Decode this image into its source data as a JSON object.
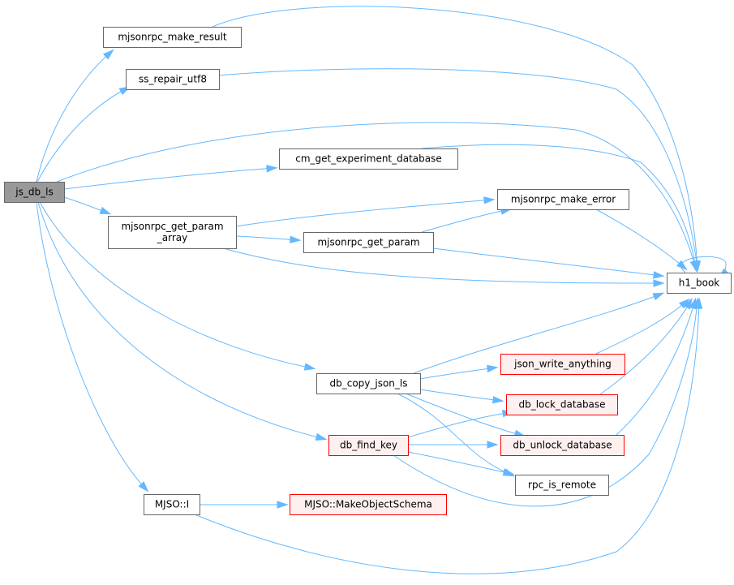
{
  "graph": {
    "nodes": [
      {
        "id": "js_db_ls",
        "label": "js_db_ls",
        "style": "root"
      },
      {
        "id": "mjsonrpc_make_result",
        "label": "mjsonrpc_make_result",
        "style": "normal"
      },
      {
        "id": "ss_repair_utf8",
        "label": "ss_repair_utf8",
        "style": "normal"
      },
      {
        "id": "cm_get_experiment_database",
        "label": "cm_get_experiment_database",
        "style": "normal"
      },
      {
        "id": "mjsonrpc_make_error",
        "label": "mjsonrpc_make_error",
        "style": "normal"
      },
      {
        "id": "mjsonrpc_get_param_array",
        "label": "mjsonrpc_get_param\n_array",
        "style": "normal"
      },
      {
        "id": "mjsonrpc_get_param",
        "label": "mjsonrpc_get_param",
        "style": "normal"
      },
      {
        "id": "h1_book",
        "label": "h1_book",
        "style": "normal"
      },
      {
        "id": "json_write_anything",
        "label": "json_write_anything",
        "style": "red"
      },
      {
        "id": "db_copy_json_ls",
        "label": "db_copy_json_ls",
        "style": "normal"
      },
      {
        "id": "db_lock_database",
        "label": "db_lock_database",
        "style": "red"
      },
      {
        "id": "db_find_key",
        "label": "db_find_key",
        "style": "red"
      },
      {
        "id": "db_unlock_database",
        "label": "db_unlock_database",
        "style": "red"
      },
      {
        "id": "rpc_is_remote",
        "label": "rpc_is_remote",
        "style": "normal"
      },
      {
        "id": "MJSO_I",
        "label": "MJSO::I",
        "style": "normal"
      },
      {
        "id": "MJSO_MakeObjectSchema",
        "label": "MJSO::MakeObjectSchema",
        "style": "red"
      }
    ],
    "edges": [
      {
        "from": "js_db_ls",
        "to": "mjsonrpc_make_result"
      },
      {
        "from": "js_db_ls",
        "to": "ss_repair_utf8"
      },
      {
        "from": "js_db_ls",
        "to": "h1_book"
      },
      {
        "from": "js_db_ls",
        "to": "cm_get_experiment_database"
      },
      {
        "from": "js_db_ls",
        "to": "mjsonrpc_get_param_array"
      },
      {
        "from": "js_db_ls",
        "to": "db_copy_json_ls"
      },
      {
        "from": "js_db_ls",
        "to": "db_find_key"
      },
      {
        "from": "js_db_ls",
        "to": "MJSO_I"
      },
      {
        "from": "mjsonrpc_make_result",
        "to": "h1_book"
      },
      {
        "from": "ss_repair_utf8",
        "to": "h1_book"
      },
      {
        "from": "cm_get_experiment_database",
        "to": "h1_book"
      },
      {
        "from": "mjsonrpc_make_error",
        "to": "h1_book"
      },
      {
        "from": "mjsonrpc_get_param_array",
        "to": "mjsonrpc_make_error"
      },
      {
        "from": "mjsonrpc_get_param_array",
        "to": "mjsonrpc_get_param"
      },
      {
        "from": "mjsonrpc_get_param_array",
        "to": "h1_book"
      },
      {
        "from": "mjsonrpc_get_param",
        "to": "mjsonrpc_make_error"
      },
      {
        "from": "mjsonrpc_get_param",
        "to": "h1_book"
      },
      {
        "from": "h1_book",
        "to": "h1_book"
      },
      {
        "from": "json_write_anything",
        "to": "h1_book"
      },
      {
        "from": "db_copy_json_ls",
        "to": "h1_book"
      },
      {
        "from": "db_copy_json_ls",
        "to": "json_write_anything"
      },
      {
        "from": "db_copy_json_ls",
        "to": "db_lock_database"
      },
      {
        "from": "db_copy_json_ls",
        "to": "db_unlock_database"
      },
      {
        "from": "db_copy_json_ls",
        "to": "rpc_is_remote"
      },
      {
        "from": "db_lock_database",
        "to": "h1_book"
      },
      {
        "from": "db_unlock_database",
        "to": "h1_book"
      },
      {
        "from": "db_find_key",
        "to": "db_lock_database"
      },
      {
        "from": "db_find_key",
        "to": "db_unlock_database"
      },
      {
        "from": "db_find_key",
        "to": "rpc_is_remote"
      },
      {
        "from": "db_find_key",
        "to": "h1_book"
      },
      {
        "from": "MJSO_I",
        "to": "MJSO_MakeObjectSchema"
      },
      {
        "from": "MJSO_I",
        "to": "h1_book"
      }
    ]
  }
}
